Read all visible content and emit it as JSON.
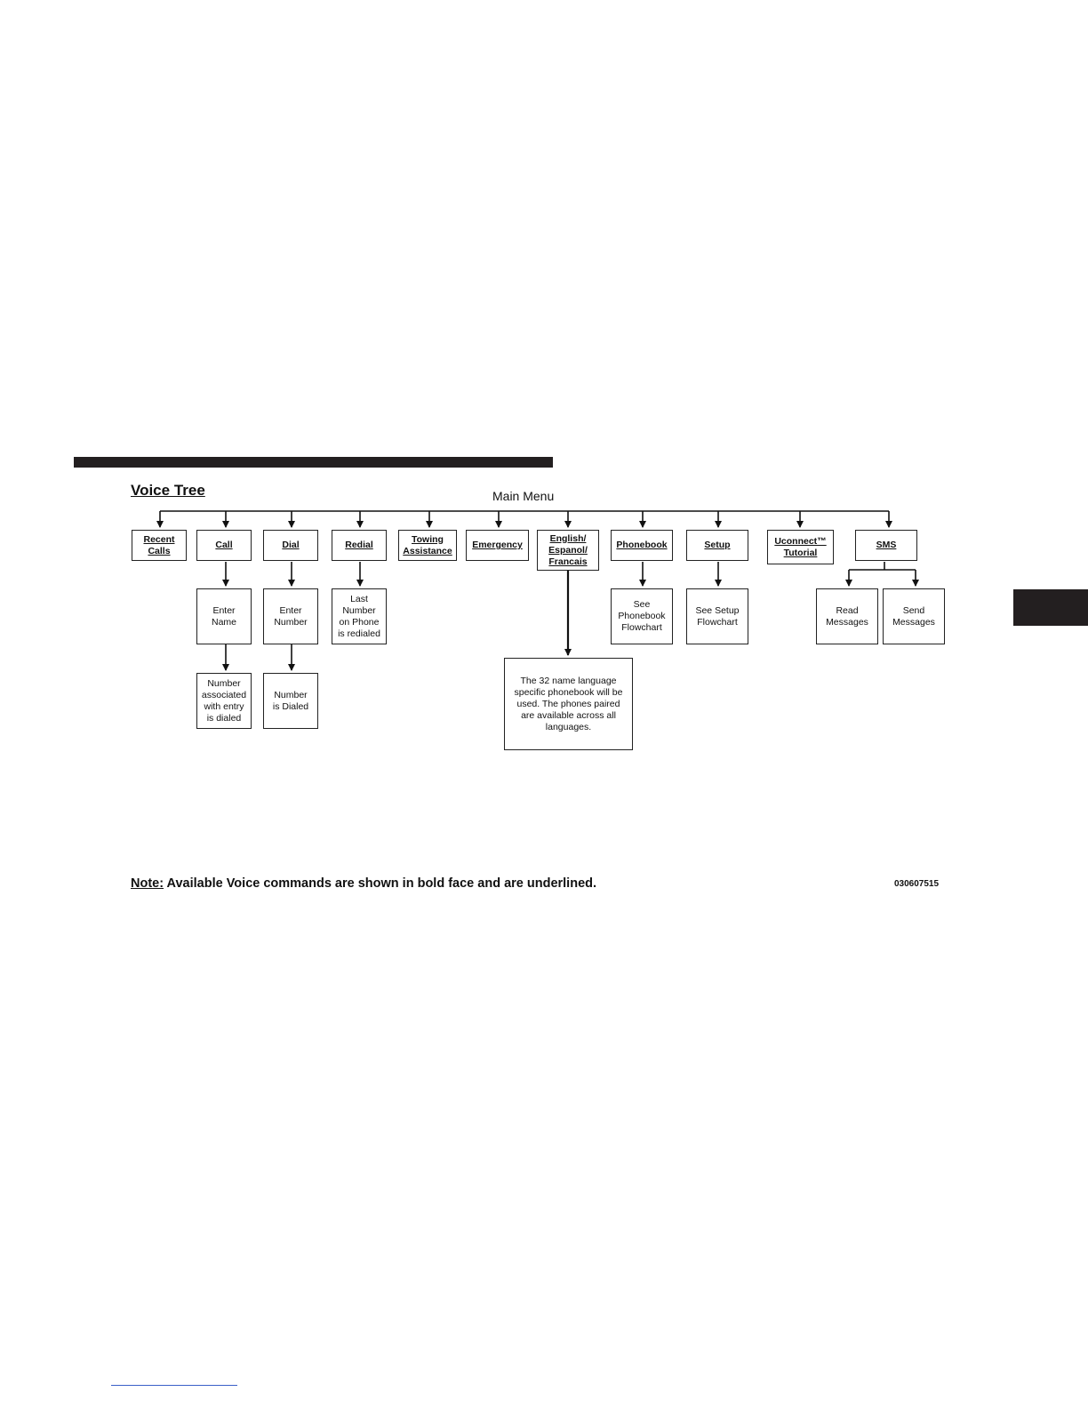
{
  "title": "Voice Tree",
  "root": "Main Menu",
  "commands": {
    "recent_calls": "Recent\nCalls",
    "call": "Call",
    "dial": "Dial",
    "redial": "Redial",
    "towing": "Towing\nAssistance",
    "emergency": "Emergency",
    "language": "English/\nEspanol/\nFrancais",
    "phonebook": "Phonebook",
    "setup": "Setup",
    "tutorial": "Uconnect™\nTutorial",
    "sms": "SMS"
  },
  "results": {
    "enter_name": "Enter\nName",
    "enter_number": "Enter\nNumber",
    "last_number": "Last\nNumber\non Phone\nis redialed",
    "see_phonebook": "See\nPhonebook\nFlowchart",
    "see_setup": "See Setup\nFlowchart",
    "read_messages": "Read\nMessages",
    "send_messages": "Send\nMessages",
    "number_associated": "Number\nassociated\nwith entry\nis dialed",
    "number_dialed": "Number\nis Dialed",
    "language_note": "The 32 name language\nspecific phonebook will be\nused. The phones paired\nare available across all\nlanguages."
  },
  "note": {
    "label": "Note:",
    "text": " Available Voice commands are shown in bold face and are underlined."
  },
  "figure_id": "030607515"
}
